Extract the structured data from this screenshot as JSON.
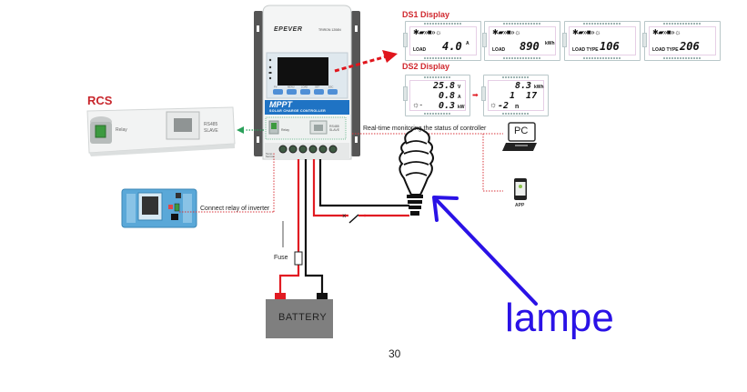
{
  "controller": {
    "brand": "EPEVER",
    "model": "TRIRON 1206N",
    "panel_title": "MPPT",
    "panel_subtitle": "SOLAR CHARGE CONTROLLER",
    "buttons": [
      "PV",
      "MENU",
      "LOAD",
      "SET",
      "ESC"
    ],
    "relay_label": "Relay",
    "port_label": "RS485 SLAVE",
    "terminal_label": "Temp Sensor"
  },
  "ds1": {
    "title": "DS1 Display",
    "screens": [
      {
        "left_label": "LOAD",
        "value": "4.0",
        "unit": "A"
      },
      {
        "left_label": "LOAD",
        "value": "890",
        "unit": "kWh"
      },
      {
        "left_label": "LOAD TYPE",
        "value": "106",
        "unit": ""
      },
      {
        "left_label": "LOAD TYPE",
        "value": "206",
        "unit": ""
      }
    ]
  },
  "ds2": {
    "title": "DS2 Display",
    "screen_a": {
      "rows": [
        {
          "value": "25.8",
          "unit": "V"
        },
        {
          "value": "0.8",
          "unit": "A"
        },
        {
          "value": "0.3",
          "unit": "kW"
        }
      ]
    },
    "screen_b": {
      "rows": [
        {
          "value": "8.3",
          "unit": "kWh"
        },
        {
          "value": "1  17",
          "unit": ""
        },
        {
          "value": "-2",
          "unit": "n"
        }
      ]
    }
  },
  "rcs": {
    "title": "RCS",
    "relay_label": "Relay",
    "port_label_1": "RS485",
    "port_label_2": "SLAVE"
  },
  "labels": {
    "monitoring": "Real-time monitoring the status of controller",
    "pc": "PC",
    "app": "APP",
    "inverter_relay": "Connect relay of inverter",
    "fuse": "Fuse",
    "battery": "BATTERY",
    "lampe": "lampe",
    "page_number": "30"
  },
  "colors": {
    "red_wire": "#e11b22",
    "black_wire": "#111111",
    "annotation_blue": "#2a12e6",
    "ds_title_red": "#d0282e",
    "controller_blue": "#1f73c4",
    "battery_gray": "#7f7f7f",
    "monitor_dotted": "#d8363c",
    "rcs_dotted": "#2aa05a"
  }
}
